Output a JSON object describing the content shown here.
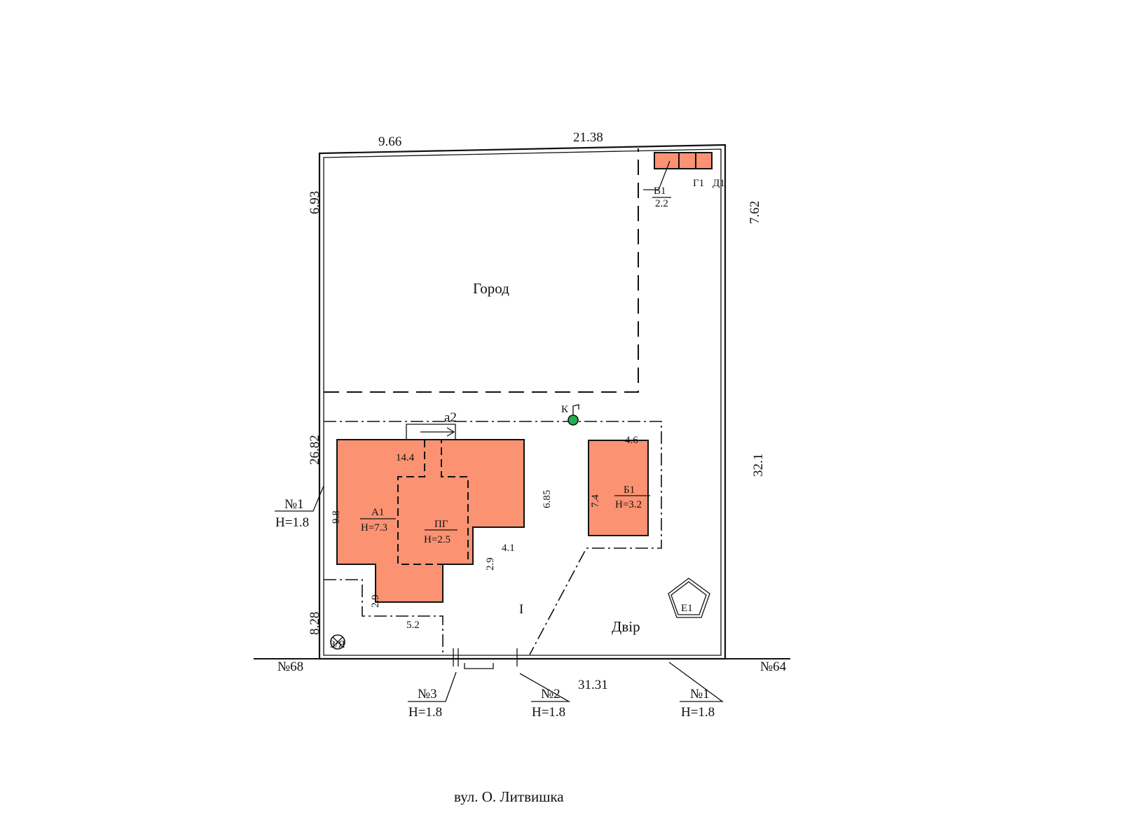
{
  "plan": {
    "street": "вул. О. Литвишка",
    "zones": {
      "garden": "Город",
      "yard": "Двір",
      "yard_zone": "I"
    },
    "dimensions": {
      "top_left": "9.66",
      "top_right": "21.38",
      "left_upper": "6.93",
      "left_middle": "26.82",
      "left_lower": "8.28",
      "right_upper": "7.62",
      "right_lower": "32.1",
      "bottom": "31.31",
      "a1_top": "14.4",
      "a1_right": "6.85",
      "a1_left": "9.8",
      "a1_step_h": "4.1",
      "a1_step_v": "2.9",
      "a1_low_v": "2.9",
      "a1_bottom": "5.2",
      "b1_top": "4.6",
      "b1_left": "7.4",
      "v1_len": "2.2"
    },
    "buildings": {
      "a1": {
        "name": "А1",
        "height": "Н=7.3"
      },
      "basement": {
        "name": "ПГ",
        "height": "Н=2.5"
      },
      "b1": {
        "name": "Б1",
        "height": "Н=3.2"
      },
      "v1": "В1",
      "g1": "Г1",
      "d1": "Д1",
      "e1": "Е1",
      "a2": "а2",
      "well": "К",
      "water_symbol": "З/Я"
    },
    "fences": {
      "left": {
        "no": "№1",
        "height": "Н=1.8"
      },
      "front_3": {
        "no": "№3",
        "height": "Н=1.8"
      },
      "front_2": {
        "no": "№2",
        "height": "Н=1.8"
      },
      "front_1": {
        "no": "№1",
        "height": "Н=1.8"
      }
    },
    "neighbors": {
      "left": "№68",
      "right": "№64"
    },
    "colors": {
      "building_fill": "#fb9272",
      "well": "#22b14c"
    }
  }
}
